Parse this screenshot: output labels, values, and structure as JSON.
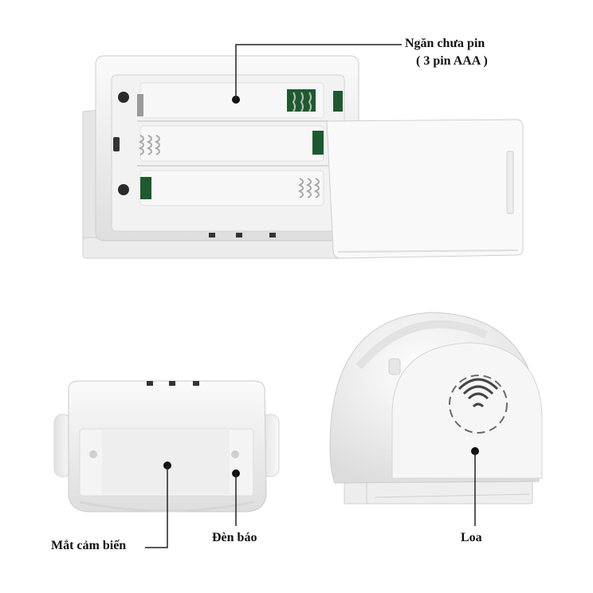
{
  "labels": {
    "battery_compartment": "Ngăn chưa pin",
    "battery_type": "( 3 pin AAA )",
    "sensor_eye": "Mắt cảm biến",
    "indicator_light": "Đèn báo",
    "speaker": "Loa"
  },
  "colors": {
    "body_white": "#f4f4f4",
    "shadow_gray": "#d8d8d8",
    "spring_green": "#1d5a2e",
    "callout_line": "#222222",
    "label_text": "#111111"
  }
}
